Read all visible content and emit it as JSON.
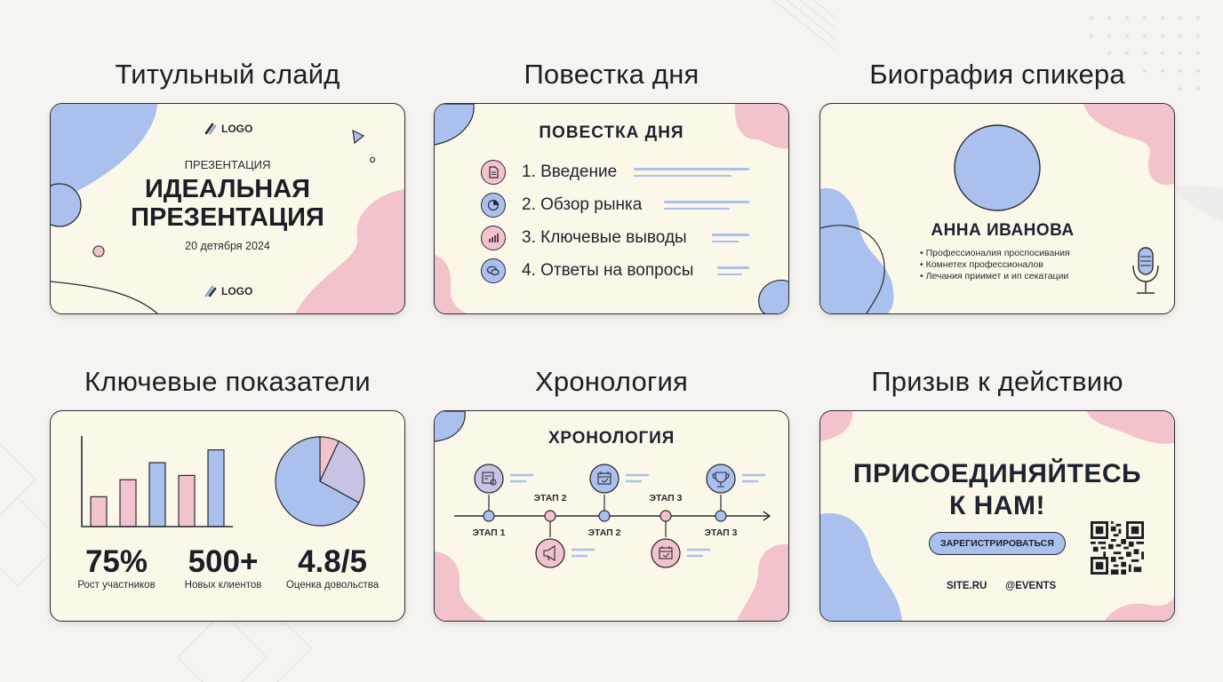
{
  "colors": {
    "blue": "#a9c1ec",
    "pink": "#f3c3cc",
    "lavender": "#c9c3e3",
    "cream": "#fcf8e9",
    "ink": "#2a2a35"
  },
  "slides": {
    "title_slide": {
      "heading": "Титульный слайд",
      "logo_top": "LOGO",
      "kicker": "ПРЕЗЕНТАЦИЯ",
      "title_line1": "ИДЕАЛЬНАЯ",
      "title_line2": "ПРЕЗЕНТАЦИЯ",
      "date": "20 детября 2024",
      "logo_bottom": "LOGO"
    },
    "agenda": {
      "heading": "Повестка дня",
      "title": "ПОВЕСТКА ДНЯ",
      "items": [
        {
          "label": "1. Введение",
          "icon": "document-icon"
        },
        {
          "label": "2. Обзор рынка",
          "icon": "pie-chart-icon"
        },
        {
          "label": "3. Ключевые выводы",
          "icon": "bar-chart-icon"
        },
        {
          "label": "4. Ответы на вопросы",
          "icon": "chat-icon"
        }
      ]
    },
    "speaker": {
      "heading": "Биография спикера",
      "name": "АННА ИВАНОВА",
      "bullets": [
        "Профессионалия проспосивания",
        "Комнетех профессионалов",
        "Лечания приимет и ип секатации"
      ],
      "icon": "microphone-icon"
    },
    "metrics": {
      "heading": "Ключевые показатели",
      "bars": [
        {
          "value": 35,
          "color": "pink"
        },
        {
          "value": 55,
          "color": "pink"
        },
        {
          "value": 75,
          "color": "blue"
        },
        {
          "value": 60,
          "color": "pink"
        },
        {
          "value": 90,
          "color": "blue"
        }
      ],
      "pie": [
        {
          "share": 0.07,
          "color": "pink"
        },
        {
          "share": 0.26,
          "color": "lavender"
        },
        {
          "share": 0.67,
          "color": "blue"
        }
      ],
      "kpis": [
        {
          "value": "75%",
          "label": "Рост участников"
        },
        {
          "value": "500+",
          "label": "Новых клиентов"
        },
        {
          "value": "4.8/5",
          "label": "Оценка довольства"
        }
      ]
    },
    "timeline": {
      "heading": "Хронология",
      "title": "ХРОНОЛОГИЯ",
      "bottom_labels": [
        "ЭТАП 1",
        "ЭТАП 2",
        "ЭТАП 3"
      ],
      "top_labels": [
        "ЭТАП 2",
        "ЭТАП 3"
      ],
      "icons": [
        "calendar-check-icon",
        "calendar-icon",
        "trophy-icon",
        "megaphone-icon",
        "calendar-done-icon"
      ]
    },
    "cta": {
      "heading": "Призыв к действию",
      "title_line1": "ПРИСОЕДИНЯЙТЕСЬ",
      "title_line2": "К НАМ!",
      "button": "ЗАРЕГИСТРИРОВАТЬСЯ",
      "site": "SITE.RU",
      "handle": "@EVENTS",
      "icon": "qr-code-icon"
    }
  }
}
